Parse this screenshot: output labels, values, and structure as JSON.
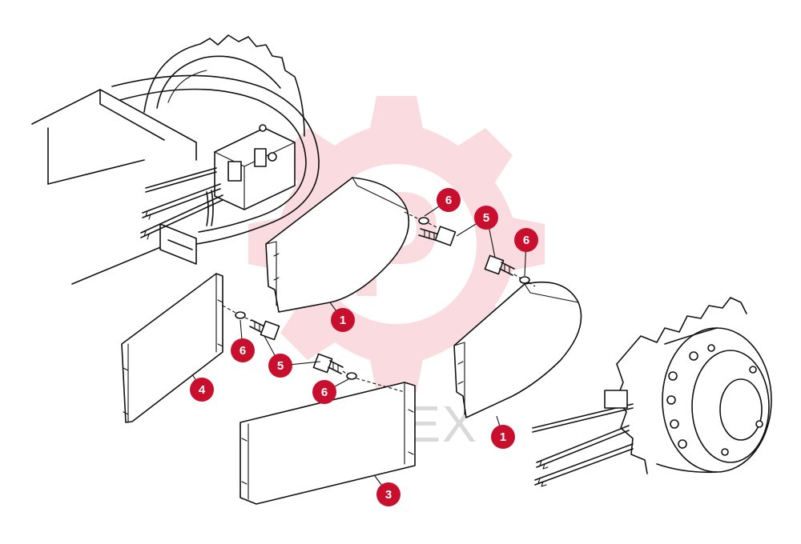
{
  "watermark": {
    "text": "ИНТЕХ",
    "color": "#f4b8bf"
  },
  "callout_color": "#c8102e",
  "callouts": [
    "1",
    "1",
    "3",
    "4",
    "5",
    "5",
    "6",
    "6",
    "6",
    "6"
  ]
}
